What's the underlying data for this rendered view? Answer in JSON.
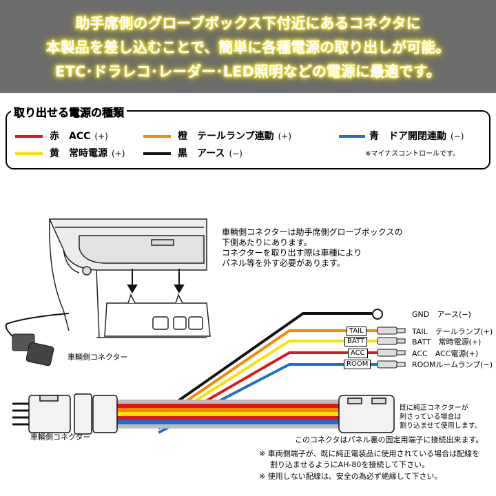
{
  "banner": {
    "line1": "助手席側のグローブボックス下付近にあるコネクタに",
    "line2": "本製品を差し込むことで、簡単に各種電源の取り出しが可能。",
    "line3": "ETC･ドラレコ･レーダー･LED照明などの電源に最適です。"
  },
  "legend": {
    "title": "取り出せる電源の種類",
    "items": [
      {
        "color": "#e0151a",
        "label": "赤　ACC",
        "polarity": "(+)"
      },
      {
        "color": "#f5e400",
        "label": "黄　常時電源",
        "polarity": "(+)"
      },
      {
        "color": "#f08a00",
        "label": "橙　テールランプ連動",
        "polarity": "(+)"
      },
      {
        "color": "#111111",
        "label": "黒　アース",
        "polarity": "(−)"
      },
      {
        "color": "#1d6fd1",
        "label": "青　ドア開閉連動",
        "polarity": "(−)"
      }
    ],
    "minus_note": "※マイナスコントロールです。"
  },
  "diagram": {
    "desc_line1": "車輌側コネクターは助手席側グローブボックスの",
    "desc_line2": "下側あたりにあります。",
    "desc_line3": "コネクターを取り出す際は車種により",
    "desc_line4": "パネル等を外す必要があります。",
    "vehicle_connector_label_1": "車輌側コネクター",
    "vehicle_connector_label_2": "車輌側コネクター",
    "terminals": [
      {
        "tag": "",
        "name": "GND",
        "desc": "アース(−)"
      },
      {
        "tag": "TAIL",
        "name": "TAIL",
        "desc": "テールランプ(+)"
      },
      {
        "tag": "BATT",
        "name": "BATT",
        "desc": "常時電源(+)"
      },
      {
        "tag": "ACC",
        "name": "ACC",
        "desc": "ACC電源(+)"
      },
      {
        "tag": "ROOM",
        "name": "ROOM",
        "desc": "ルームランプ(−)"
      }
    ],
    "genuine_note_1": "既に純正コネクターが",
    "genuine_note_2": "刺さっている場合は",
    "genuine_note_3": "割り込ませて使用します。",
    "panel_note": "このコネクタはパネル裏の固定用端子に接続出来ます。",
    "caution_1": "※ 車両側端子が、既に純正電装品に使用されている場合は配線を",
    "caution_2": "割り込ませるようにAH-80を接続して下さい。",
    "caution_3": "※ 使用しない配線は、安全の為必ず絶縁して下さい。"
  }
}
